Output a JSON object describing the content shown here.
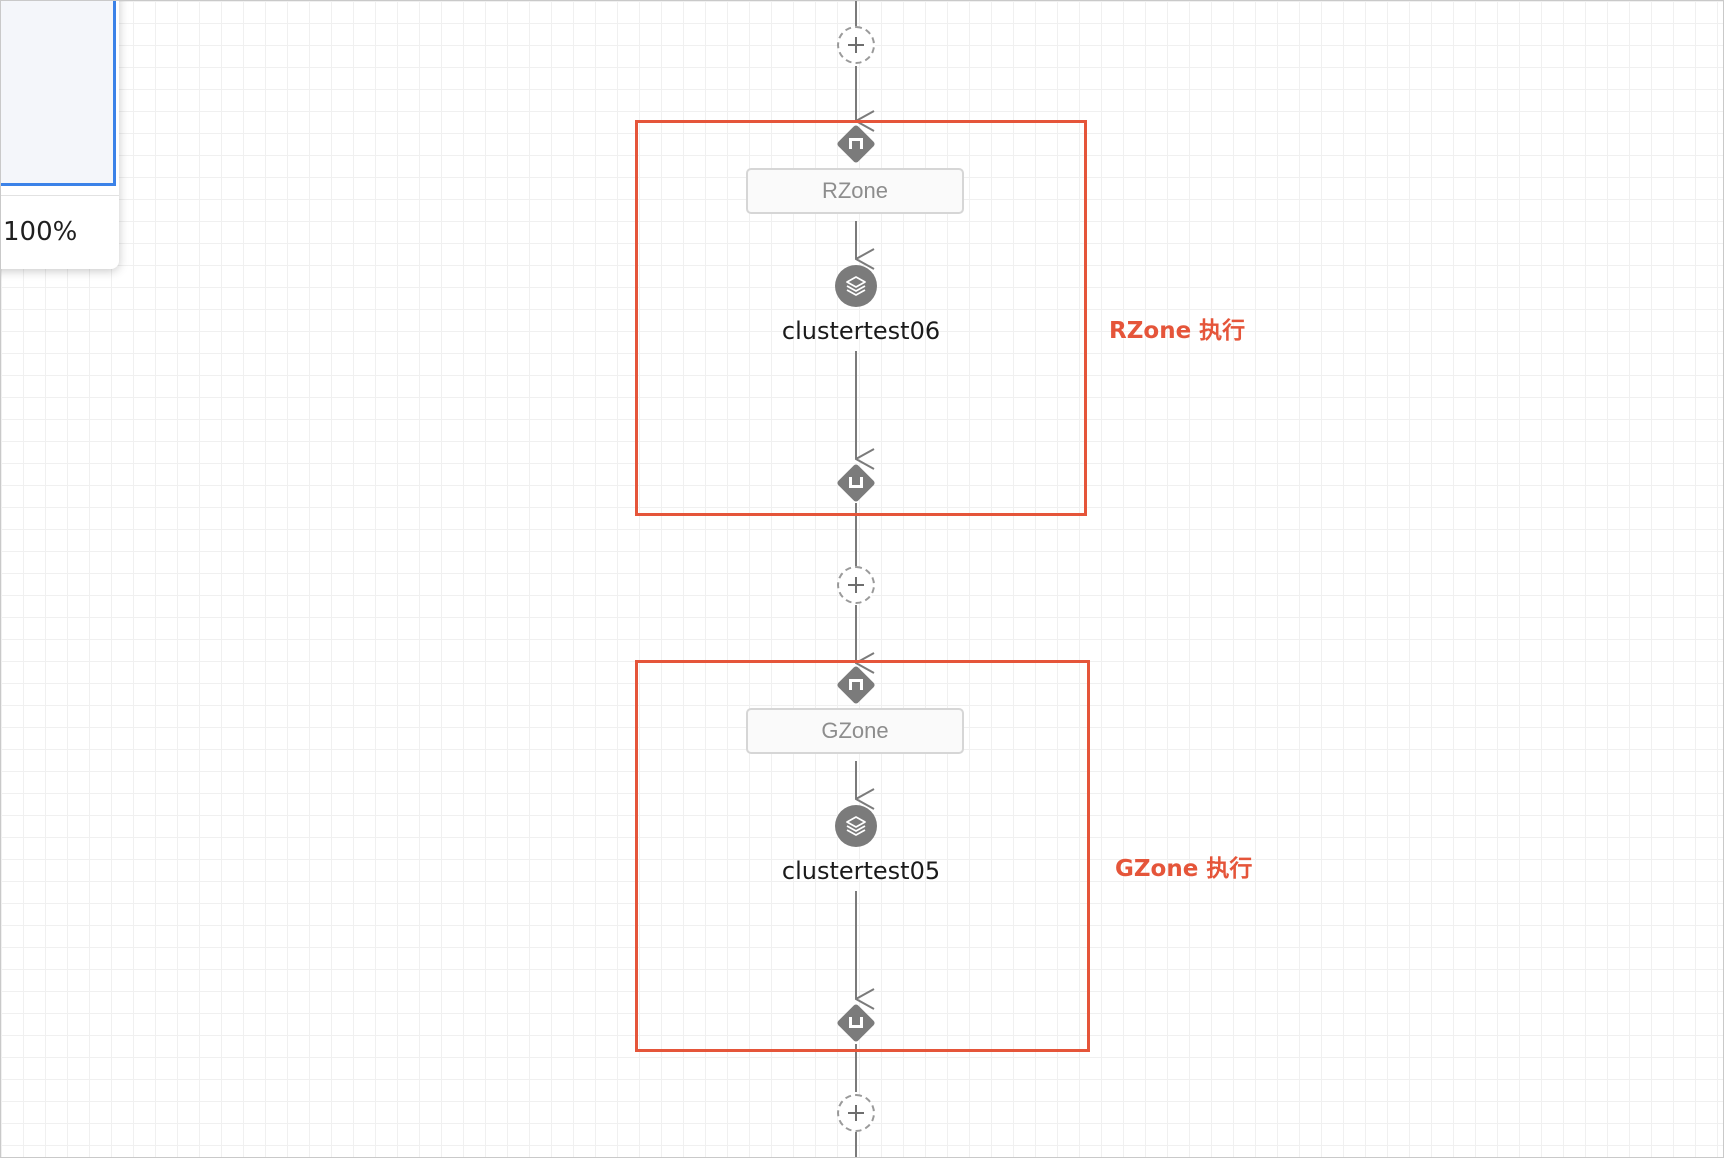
{
  "minimap": {
    "zoom": "100%"
  },
  "flow": {
    "zones": [
      {
        "label": "RZone",
        "task": "clustertest06",
        "annotation": "RZone 执行"
      },
      {
        "label": "GZone",
        "task": "clustertest05",
        "annotation": "GZone 执行"
      }
    ]
  },
  "colors": {
    "highlight": "#e5553a",
    "node": "#7b7b7b",
    "minimap_accent": "#3b82e8"
  }
}
